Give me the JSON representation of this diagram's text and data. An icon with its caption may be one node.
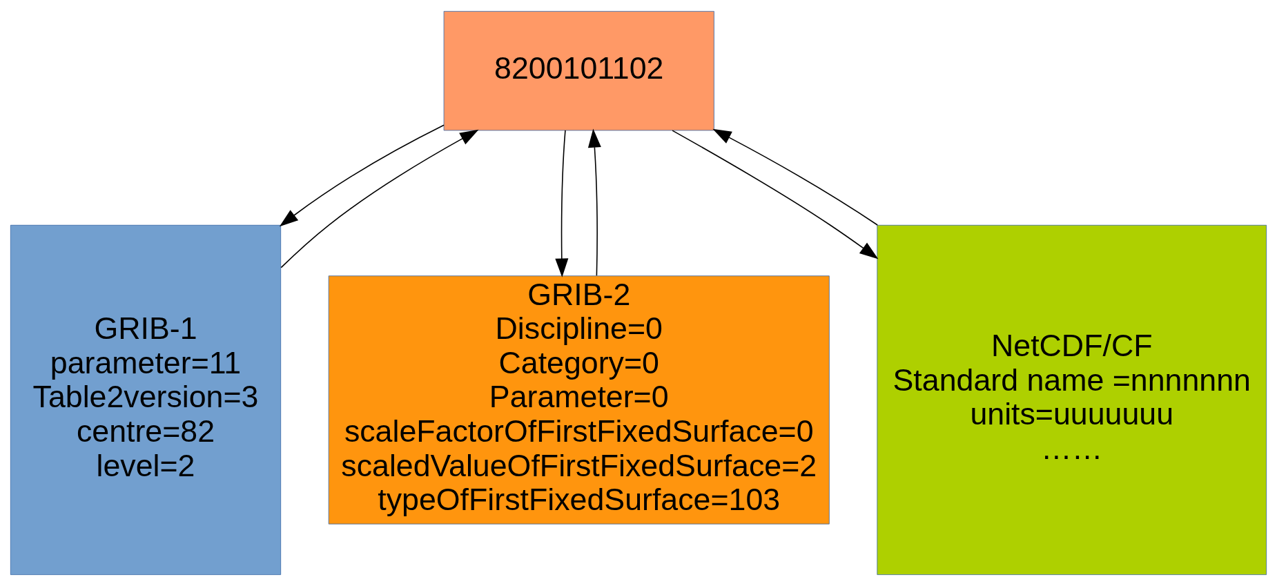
{
  "diagram": {
    "nodes": [
      {
        "text": [
          "8200101102"
        ]
      },
      {
        "text": [
          "GRIB-1",
          "parameter=11",
          "Table2version=3",
          "centre=82",
          "level=2"
        ]
      },
      {
        "text": [
          "GRIB-2",
          "Discipline=0",
          "Category=0",
          "Parameter=0",
          "scaleFactorOfFirstFixedSurface=0",
          "scaledValueOfFirstFixedSurface=2",
          "typeOfFirstFixedSurface=103"
        ]
      },
      {
        "text": [
          "NetCDF/CF",
          "Standard name =nnnnnnn",
          "units=uuuuuuu",
          "……"
        ]
      }
    ],
    "edges": [
      {
        "from": 0,
        "to": 1,
        "arrow": "to"
      },
      {
        "from": 1,
        "to": 0,
        "arrow": "to"
      },
      {
        "from": 0,
        "to": 2,
        "arrow": "to"
      },
      {
        "from": 2,
        "to": 0,
        "arrow": "to"
      },
      {
        "from": 0,
        "to": 3,
        "arrow": "to"
      },
      {
        "from": 3,
        "to": 0,
        "arrow": "to"
      }
    ]
  }
}
